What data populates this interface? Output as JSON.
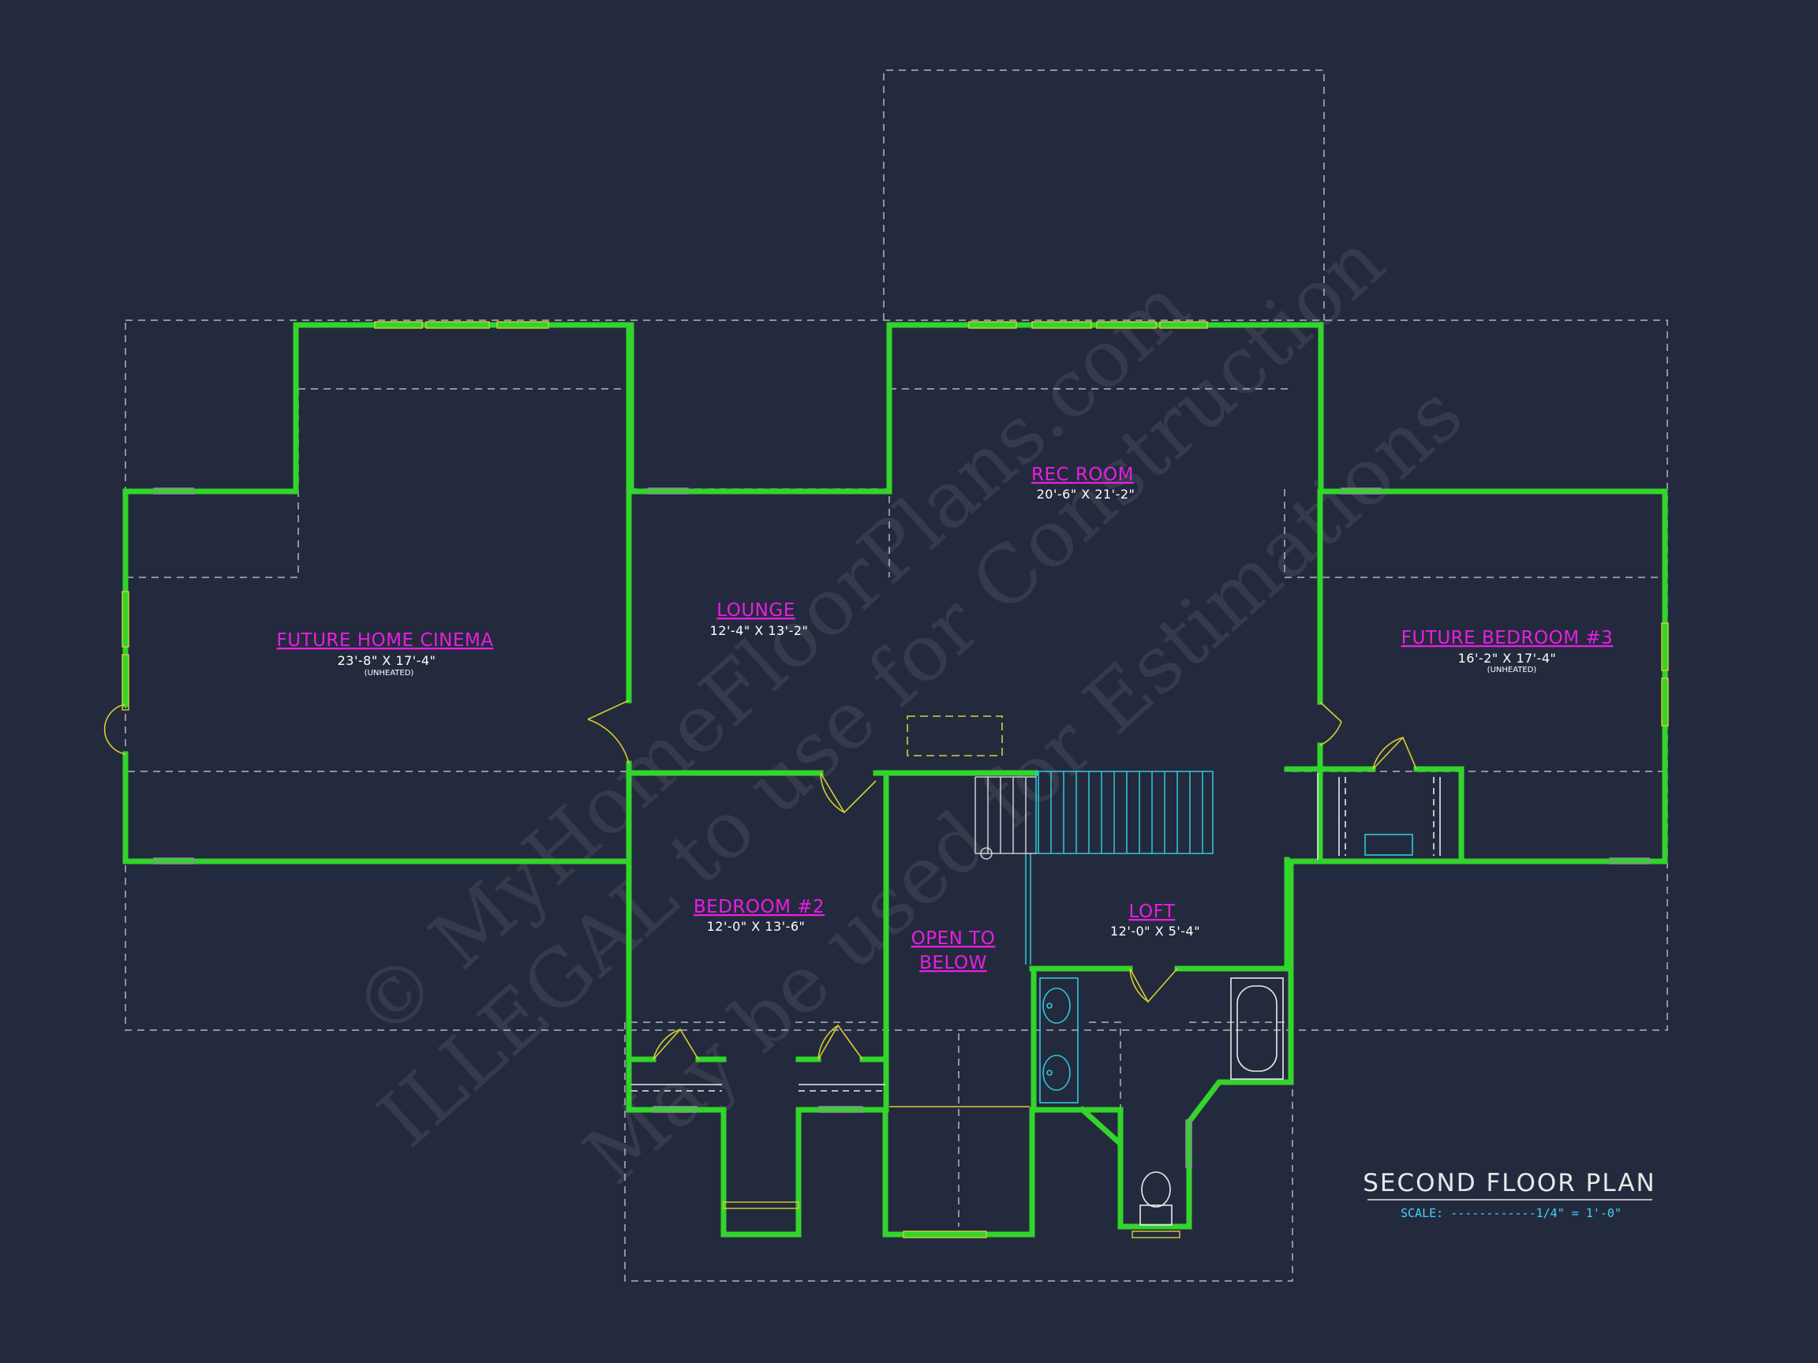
{
  "rooms": {
    "cinema": {
      "name": "FUTURE HOME CINEMA",
      "dims": "23'-8\" X 17'-4\"",
      "note": "(UNHEATED)"
    },
    "lounge": {
      "name": "LOUNGE",
      "dims": "12'-4\" X 13'-2\""
    },
    "rec": {
      "name": "REC ROOM",
      "dims": "20'-6\" X 21'-2\""
    },
    "bedroom3": {
      "name": "FUTURE BEDROOM #3",
      "dims": "16'-2\" X 17'-4\"",
      "note": "(UNHEATED)"
    },
    "bedroom2": {
      "name": "BEDROOM #2",
      "dims": "12'-0\" X 13'-6\""
    },
    "open": {
      "name_line1": "OPEN TO",
      "name_line2": "BELOW"
    },
    "loft": {
      "name": "LOFT",
      "dims": "12'-0\" X 5'-4\""
    }
  },
  "title": {
    "text": "SECOND FLOOR PLAN",
    "scale": "SCALE: ------------1/4\" = 1'-0\""
  },
  "watermark": {
    "line1": "© MyHomeFloorPlans.com",
    "line2": "ILLEGAL to use for Construction",
    "line3": "May be used for Estimations"
  },
  "colors": {
    "background": "#242a3d",
    "walls": "#33d42c",
    "room_labels": "#e81ee3",
    "dimensions": "#ffffff",
    "doors_windows": "#d6cf33",
    "stairs_fixtures": "#2fc8dc",
    "scale_text": "#3fd2ff"
  }
}
